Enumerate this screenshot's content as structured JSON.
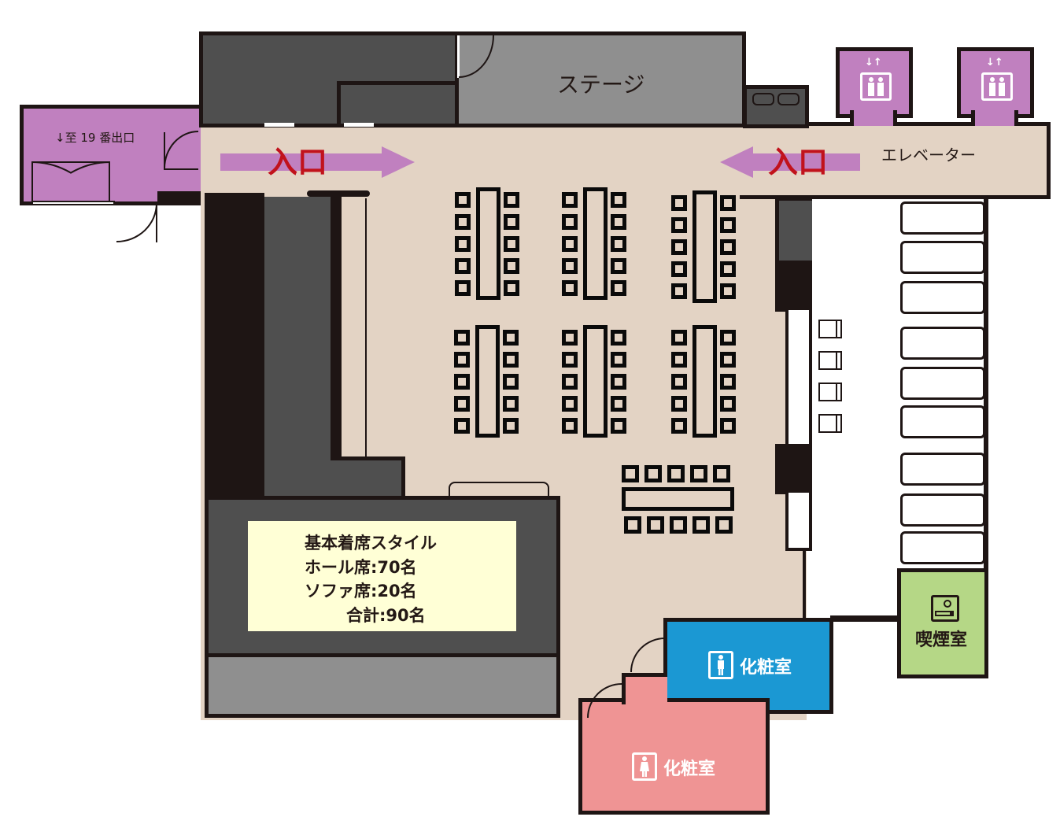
{
  "floorplan": {
    "rooms": {
      "exit_passage": {
        "label": "↓至 19 番出口",
        "color": "#c080bf"
      },
      "stage": {
        "label": "ステージ",
        "color": "#8f8f8f"
      },
      "elevator_hall": {
        "label": "エレベーター",
        "color": "#e3d3c4"
      },
      "mens_restroom": {
        "label": "化粧室",
        "color": "#1b98d3",
        "icon": "male-restroom-icon"
      },
      "womens_restroom": {
        "label": "化粧室",
        "color": "#ef9494",
        "icon": "female-restroom-icon"
      },
      "smoking_room": {
        "label": "喫煙室",
        "color": "#b5d786",
        "icon": "smoking-icon"
      }
    },
    "entrances": [
      {
        "label": "入口",
        "direction": "right"
      },
      {
        "label": "入口",
        "direction": "left"
      }
    ],
    "elevators": [
      {
        "icon": "elevator-icon"
      },
      {
        "icon": "elevator-icon"
      }
    ],
    "seating_info": {
      "title": "基本着席スタイル",
      "hall_seats": "ホール席:70名",
      "sofa_seats": "ソファ席:20名",
      "total": "合計:90名"
    },
    "table_groups": {
      "vertical_tables": 6,
      "chairs_per_vertical_table": 10,
      "horizontal_tables": 1,
      "chairs_per_horizontal_table": 10
    },
    "colors": {
      "floor": "#e3d3c4",
      "wall": "#1e1514",
      "dark_area": "#4f4f4f",
      "stage_gray": "#8f8f8f",
      "entrance_arrow": "#c080bf",
      "entrance_text": "#c1121c",
      "info_box": "#ffffd6"
    }
  }
}
